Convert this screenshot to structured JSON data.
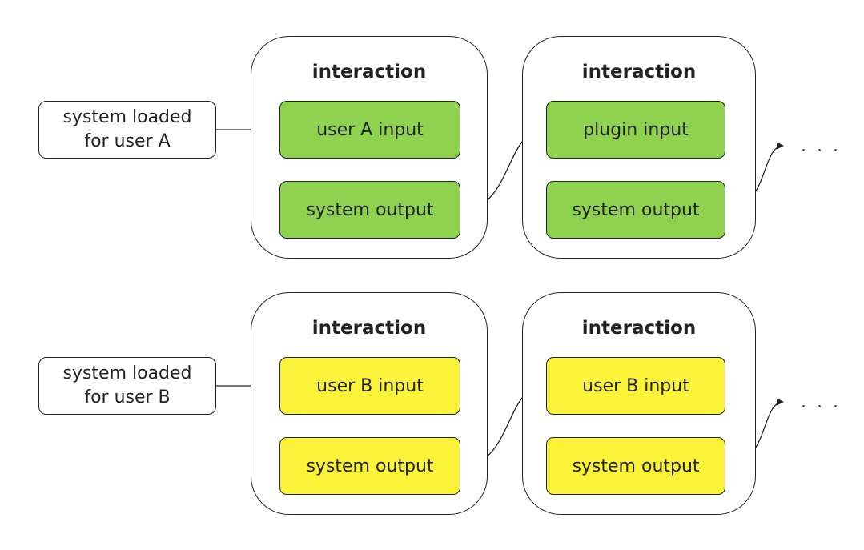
{
  "rows": [
    {
      "start_label_line1": "system loaded",
      "start_label_line2": "for user A",
      "color": "#8ed24f",
      "interactions": [
        {
          "title": "interaction",
          "input": "user A input",
          "output": "system output"
        },
        {
          "title": "interaction",
          "input": "plugin input",
          "output": "system output"
        }
      ],
      "ellipsis": ". . ."
    },
    {
      "start_label_line1": "system loaded",
      "start_label_line2": "for user B",
      "color": "#fbf23a",
      "interactions": [
        {
          "title": "interaction",
          "input": "user B input",
          "output": "system output"
        },
        {
          "title": "interaction",
          "input": "user B input",
          "output": "system output"
        }
      ],
      "ellipsis": ". . ."
    }
  ]
}
